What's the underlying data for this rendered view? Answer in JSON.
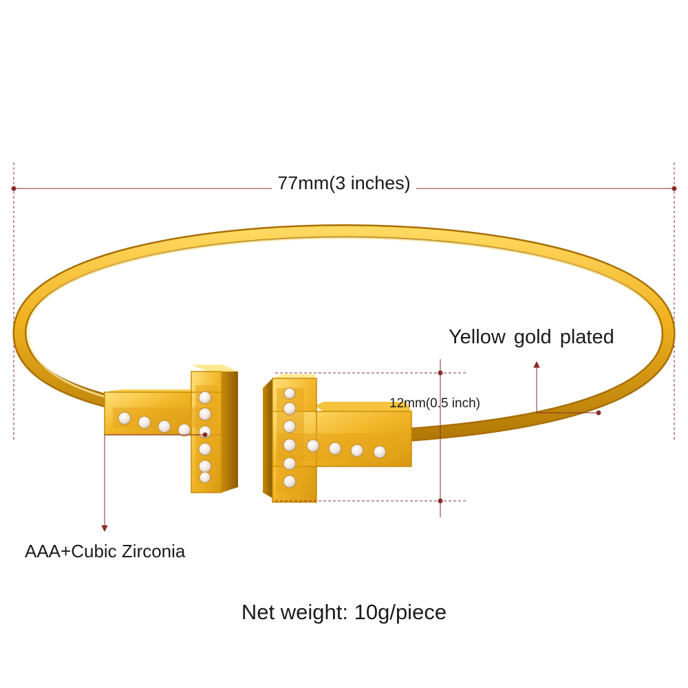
{
  "annotations": {
    "width": "77mm(3 inches)",
    "height": "12mm(0.5 inch)",
    "plating": "Yellow  gold  plated",
    "stones": "AAA+Cubic Zirconia",
    "weight": "Net weight: 10g/piece"
  },
  "colors": {
    "dimension_line": "#8b2a2a",
    "gold_dark": "#b8860b",
    "gold_mid": "#e3a51c",
    "gold_light": "#ffd75e",
    "stone": "#f3ece6"
  },
  "product": {
    "subject": "gold-cuff-bangle-with-t-bar-ends",
    "stone_counts": {
      "left_t": 10,
      "right_t": 10
    }
  }
}
